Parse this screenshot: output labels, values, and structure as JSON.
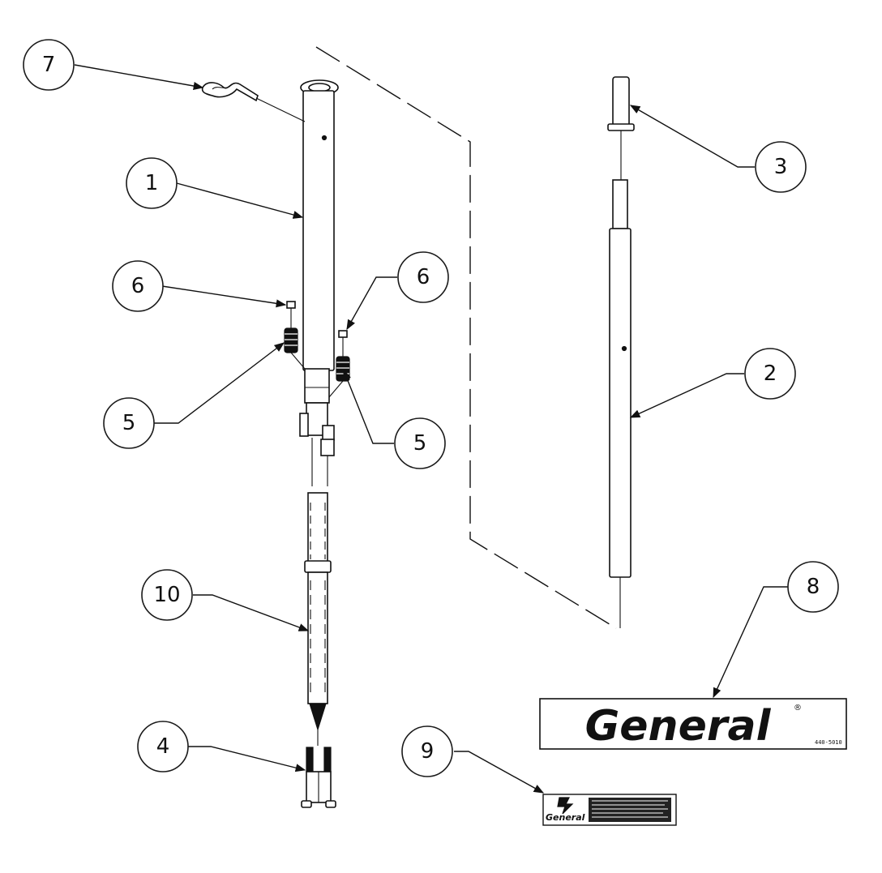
{
  "callouts": {
    "c1": "1",
    "c2": "2",
    "c3": "3",
    "c4": "4",
    "c5a": "5",
    "c5b": "5",
    "c6a": "6",
    "c6b": "6",
    "c7": "7",
    "c8": "8",
    "c9": "9",
    "c10": "10"
  },
  "decal_large": {
    "brand": "General",
    "registered": "®",
    "part_number": "440-5010"
  },
  "decal_small": {
    "brand": "General"
  }
}
